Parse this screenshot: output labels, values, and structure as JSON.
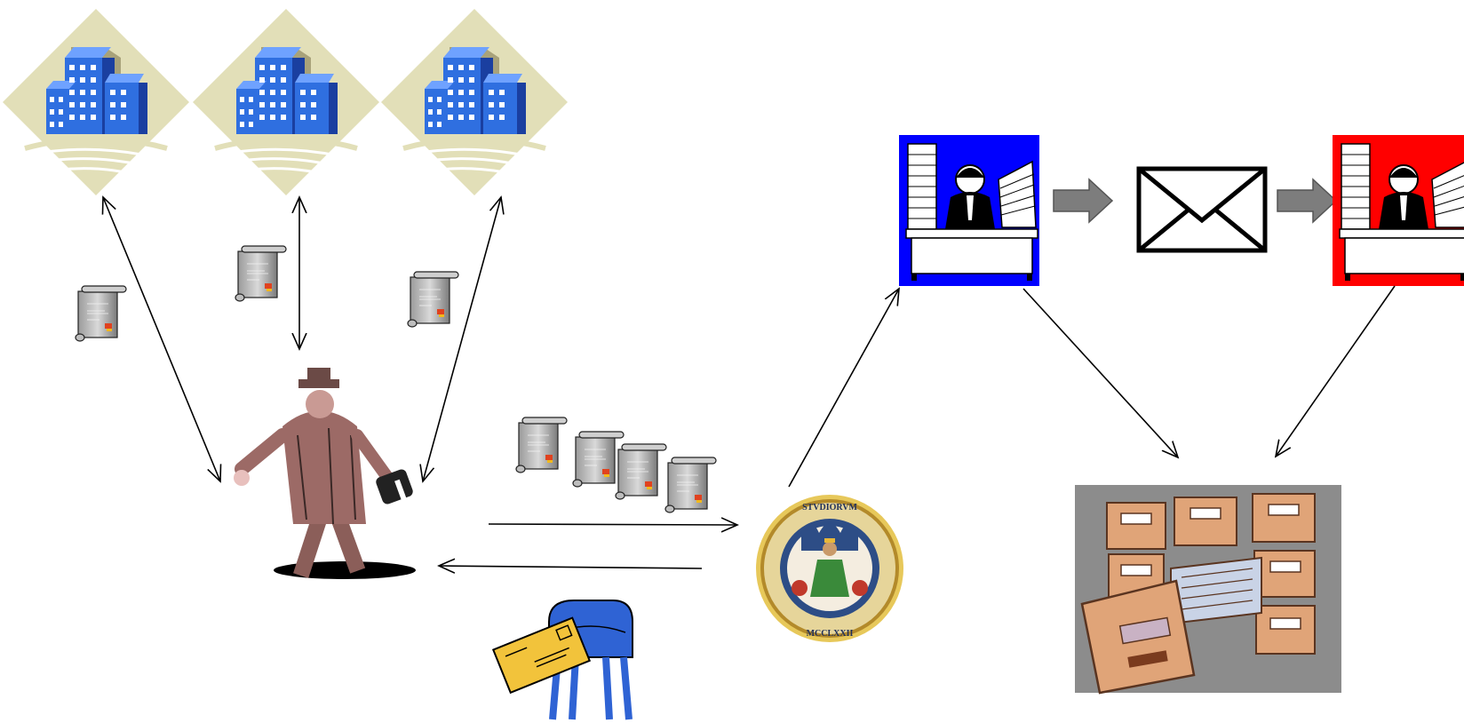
{
  "diagram": {
    "nodes": [
      {
        "id": "company-1",
        "kind": "office-building",
        "icon": "office-building-icon"
      },
      {
        "id": "company-2",
        "kind": "office-building",
        "icon": "office-building-icon"
      },
      {
        "id": "company-3",
        "kind": "office-building",
        "icon": "office-building-icon"
      },
      {
        "id": "courier",
        "kind": "walking-messenger",
        "icon": "messenger-with-briefcase-icon"
      },
      {
        "id": "university",
        "kind": "university-seal",
        "icon": "university-seal-icon"
      },
      {
        "id": "mailbox",
        "kind": "mailbox",
        "icon": "mailbox-with-letter-icon"
      },
      {
        "id": "clerk-sender",
        "kind": "clerk-at-desk",
        "icon": "clerk-at-desk-icon",
        "frame_color": "#0000ff"
      },
      {
        "id": "envelope",
        "kind": "envelope",
        "icon": "envelope-icon"
      },
      {
        "id": "clerk-receiver",
        "kind": "clerk-at-desk",
        "icon": "clerk-at-desk-icon",
        "frame_color": "#ff0000"
      },
      {
        "id": "archive",
        "kind": "filing-cabinet",
        "icon": "card-file-cabinet-icon"
      }
    ],
    "edges": [
      {
        "from": "company-1",
        "to": "courier",
        "direction": "both"
      },
      {
        "from": "company-2",
        "to": "courier",
        "direction": "both"
      },
      {
        "from": "company-3",
        "to": "courier",
        "direction": "both"
      },
      {
        "from": "courier",
        "to": "university",
        "direction": "forward"
      },
      {
        "from": "university",
        "to": "courier",
        "direction": "forward"
      },
      {
        "from": "university",
        "to": "clerk-sender",
        "direction": "forward"
      },
      {
        "from": "clerk-sender",
        "to": "envelope",
        "direction": "forward",
        "style": "block-arrow"
      },
      {
        "from": "envelope",
        "to": "clerk-receiver",
        "direction": "forward",
        "style": "block-arrow"
      },
      {
        "from": "clerk-sender",
        "to": "archive",
        "direction": "forward"
      },
      {
        "from": "clerk-receiver",
        "to": "archive",
        "direction": "forward"
      }
    ],
    "documents_icon": "document-scroll-icon",
    "colors": {
      "building_blue": "#2f6fe0",
      "building_backdrop": "#e2dfb8",
      "sender_frame": "#0000ff",
      "receiver_frame": "#ff0000",
      "mailbox_blue": "#2f63d4",
      "seal_gold": "#d9b23a",
      "cabinet_tan": "#e0a478",
      "block_arrow_gray": "#7d7d7d"
    }
  }
}
